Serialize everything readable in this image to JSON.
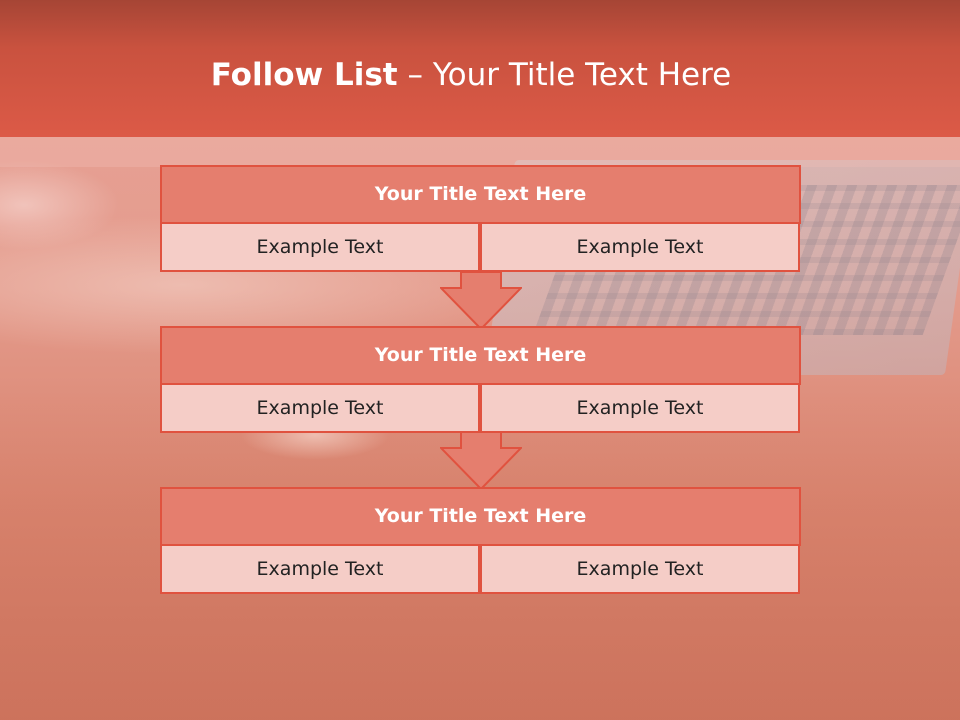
{
  "slide": {
    "title_bold": "Follow List",
    "title_rest": "– Your Title Text Here"
  },
  "blocks": [
    {
      "title": "Your Title Text Here",
      "left": "Example Text",
      "right": "Example Text"
    },
    {
      "title": "Your Title Text Here",
      "left": "Example Text",
      "right": "Example Text"
    },
    {
      "title": "Your Title Text Here",
      "left": "Example Text",
      "right": "Example Text"
    }
  ],
  "colors": {
    "header": "#dc5a47",
    "block_title_fill": "#e57e6e",
    "cell_fill": "#f5cdc7",
    "border": "#e0523f"
  },
  "icons": [
    "down-arrow-icon",
    "down-arrow-icon"
  ]
}
